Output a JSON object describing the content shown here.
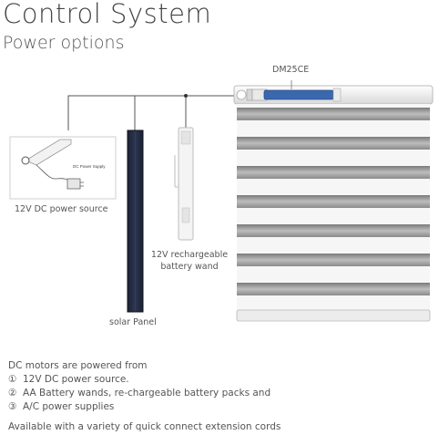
{
  "header": {
    "title": "Control System",
    "subtitle": "Power options"
  },
  "diagram": {
    "motor_label": "DM25CE",
    "dc_power_label": "12V DC power source",
    "dc_inset_label": "DC Power Supply",
    "wand_label_line1": "12V rechargeable",
    "wand_label_line2": "battery wand",
    "solar_label": "solar Panel"
  },
  "notes": {
    "intro": "DC motors are powered from",
    "items": [
      {
        "num": "①",
        "text": "12V DC power source."
      },
      {
        "num": "②",
        "text": "AA Battery wands, re-chargeable battery packs and"
      },
      {
        "num": "③",
        "text": "A/C power supplies"
      }
    ],
    "availability": "Available with a variety of quick connect extension cords"
  }
}
